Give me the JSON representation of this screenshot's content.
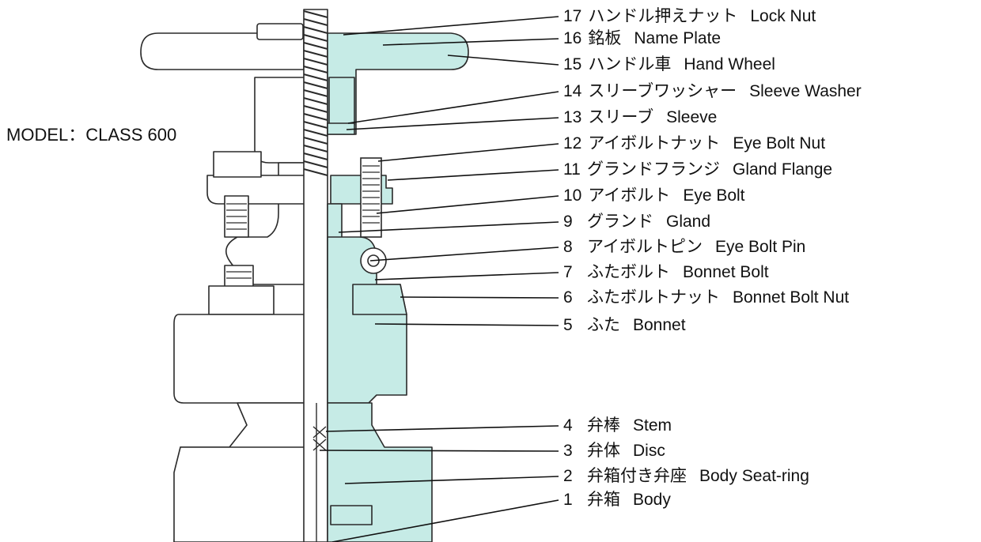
{
  "model": "MODEL：CLASS 600",
  "colors": {
    "part_fill": "#c6ebe6",
    "outline": "#2a2a2a",
    "body_fill": "#ffffff",
    "leader": "#111111"
  },
  "parts": [
    {
      "no": "17",
      "jp": "ハンドル押えナット",
      "en": "Lock Nut"
    },
    {
      "no": "16",
      "jp": "銘板",
      "en": "Name Plate"
    },
    {
      "no": "15",
      "jp": "ハンドル車",
      "en": "Hand Wheel"
    },
    {
      "no": "14",
      "jp": "スリーブワッシャー",
      "en": "Sleeve Washer"
    },
    {
      "no": "13",
      "jp": "スリーブ",
      "en": "Sleeve"
    },
    {
      "no": "12",
      "jp": "アイボルトナット",
      "en": "Eye Bolt Nut"
    },
    {
      "no": "11",
      "jp": "グランドフランジ",
      "en": "Gland Flange"
    },
    {
      "no": "10",
      "jp": "アイボルト",
      "en": "Eye Bolt"
    },
    {
      "no": "9",
      "jp": "グランド",
      "en": "Gland"
    },
    {
      "no": "8",
      "jp": "アイボルトピン",
      "en": "Eye Bolt Pin"
    },
    {
      "no": "7",
      "jp": "ふたボルト",
      "en": "Bonnet Bolt"
    },
    {
      "no": "6",
      "jp": "ふたボルトナット",
      "en": "Bonnet Bolt Nut"
    },
    {
      "no": "5",
      "jp": "ふた",
      "en": "Bonnet"
    },
    {
      "no": "4",
      "jp": "弁棒",
      "en": "Stem"
    },
    {
      "no": "3",
      "jp": "弁体",
      "en": "Disc"
    },
    {
      "no": "2",
      "jp": "弁箱付き弁座",
      "en": "Body Seat-ring"
    },
    {
      "no": "1",
      "jp": "弁箱",
      "en": "Body"
    }
  ]
}
